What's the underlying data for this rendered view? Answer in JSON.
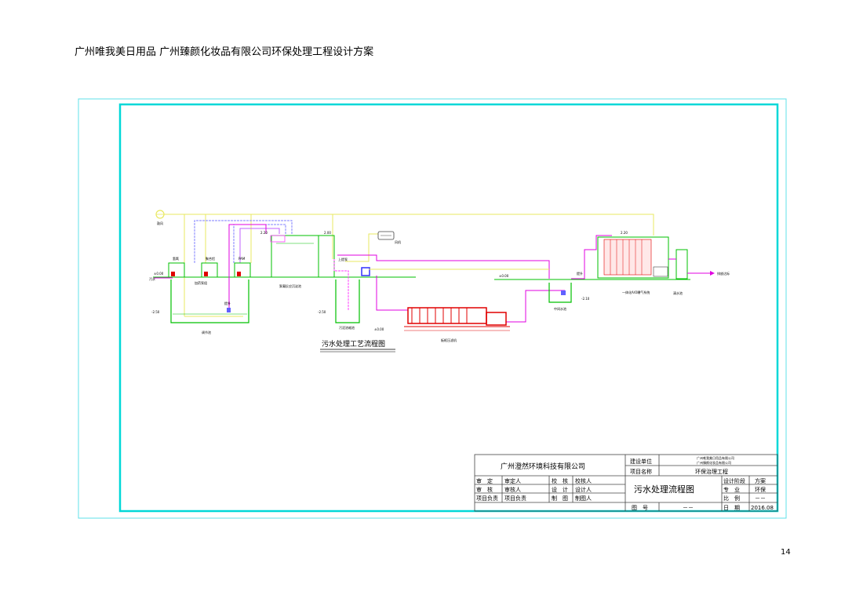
{
  "page": {
    "header": "广州唯我美日用品 广州臻颜化妆品有限公司环保处理工程设计方案",
    "page_number": "14"
  },
  "diagram": {
    "title": "污水处理工艺流程图",
    "labels": {
      "fan": "鼓风",
      "wastewater": "污水",
      "tank1": "氢氧",
      "tank2": "聚合铝",
      "tank3": "PAM",
      "dosing_pump": "加药泵组",
      "adjust_pool": "调节池",
      "reaction_settle": "絮凝反应沉淀池",
      "sludge_pool": "污泥浓缩池",
      "filter_press": "板框压滤机",
      "up_pump": "上提泵",
      "sludge_pump": "污泥泵",
      "blower": "风机",
      "mid_pool": "中间水池",
      "mbr": "一体化A/O曝气系统",
      "clear_pool": "清水池",
      "discharge": "排放达标",
      "pump_a": "提升",
      "pump_b": "提升"
    },
    "levels": {
      "l1": "±0.00",
      "l2": "-2.50",
      "l3": "2.20",
      "l4": "2.00",
      "l5": "-2.50",
      "l6": "±0.00",
      "l7": "±0.00",
      "l8": "-2.10",
      "l9": "2.20"
    }
  },
  "title_block": {
    "company": "广州澄然环境科技有限公司",
    "build_unit_label": "建设单位",
    "build_unit_value_1": "广州唯我美日用品有限公司",
    "build_unit_value_2": "广州臻颜化妆品有限公司",
    "project_label": "项目名称",
    "project_value": "环保治理工程",
    "rows": [
      {
        "c1": "审　定",
        "c2": "审定人",
        "c3": "校　核",
        "c4": "校核人"
      },
      {
        "c1": "审　核",
        "c2": "审核人",
        "c3": "设　计",
        "c4": "设计人"
      },
      {
        "c1": "项目负责",
        "c2": "项目负责",
        "c3": "制　图",
        "c4": "制图人"
      }
    ],
    "drawing_name": "污水处理流程图",
    "drawing_no_label": "图　号",
    "drawing_no_value": "－－",
    "info": [
      {
        "label": "设计阶段",
        "value": "方案"
      },
      {
        "label": "专　业",
        "value": "环保"
      },
      {
        "label": "比　例",
        "value": "－－"
      },
      {
        "label": "日　期",
        "value": "2016.08"
      }
    ]
  },
  "colors": {
    "frame_outer": "#5fe0e8",
    "frame_inner": "#00d8d8",
    "structure": "#00c000",
    "sewage_line": "#e000e0",
    "air_line": "#e8e860",
    "sludge_line": "#ff40ff",
    "dosing_line": "#8080ff",
    "equipment": "#e00000",
    "titleblock_line": "#444444"
  }
}
